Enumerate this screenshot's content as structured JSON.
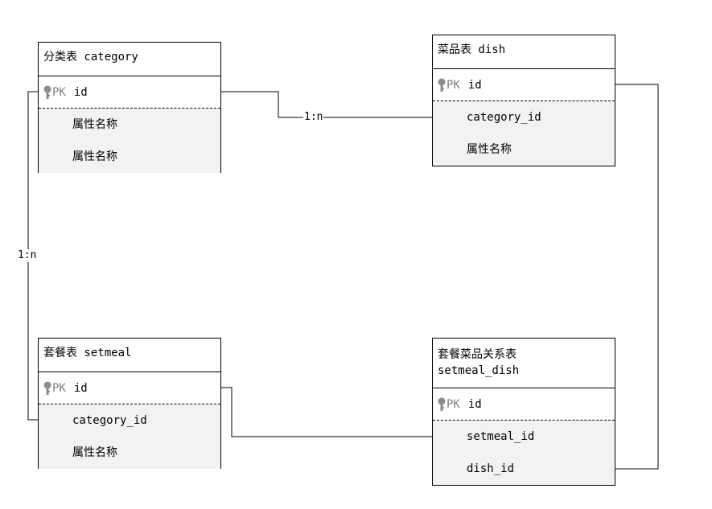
{
  "entities": {
    "category": {
      "title": "分类表 category",
      "pk_label": "PK",
      "pk_field": "id",
      "attributes": [
        "属性名称",
        "属性名称"
      ]
    },
    "dish": {
      "title": "菜品表 dish",
      "pk_label": "PK",
      "pk_field": "id",
      "attributes": [
        "category_id",
        "属性名称"
      ]
    },
    "setmeal": {
      "title": "套餐表 setmeal",
      "pk_label": "PK",
      "pk_field": "id",
      "attributes": [
        "category_id",
        "属性名称"
      ]
    },
    "setmeal_dish": {
      "title_line1": "套餐菜品关系表",
      "title_line2": "setmeal_dish",
      "pk_label": "PK",
      "pk_field": "id",
      "attributes": [
        "setmeal_id",
        "dish_id"
      ]
    }
  },
  "relationships": {
    "category_dish": "1:n",
    "category_setmeal": "1:n"
  }
}
